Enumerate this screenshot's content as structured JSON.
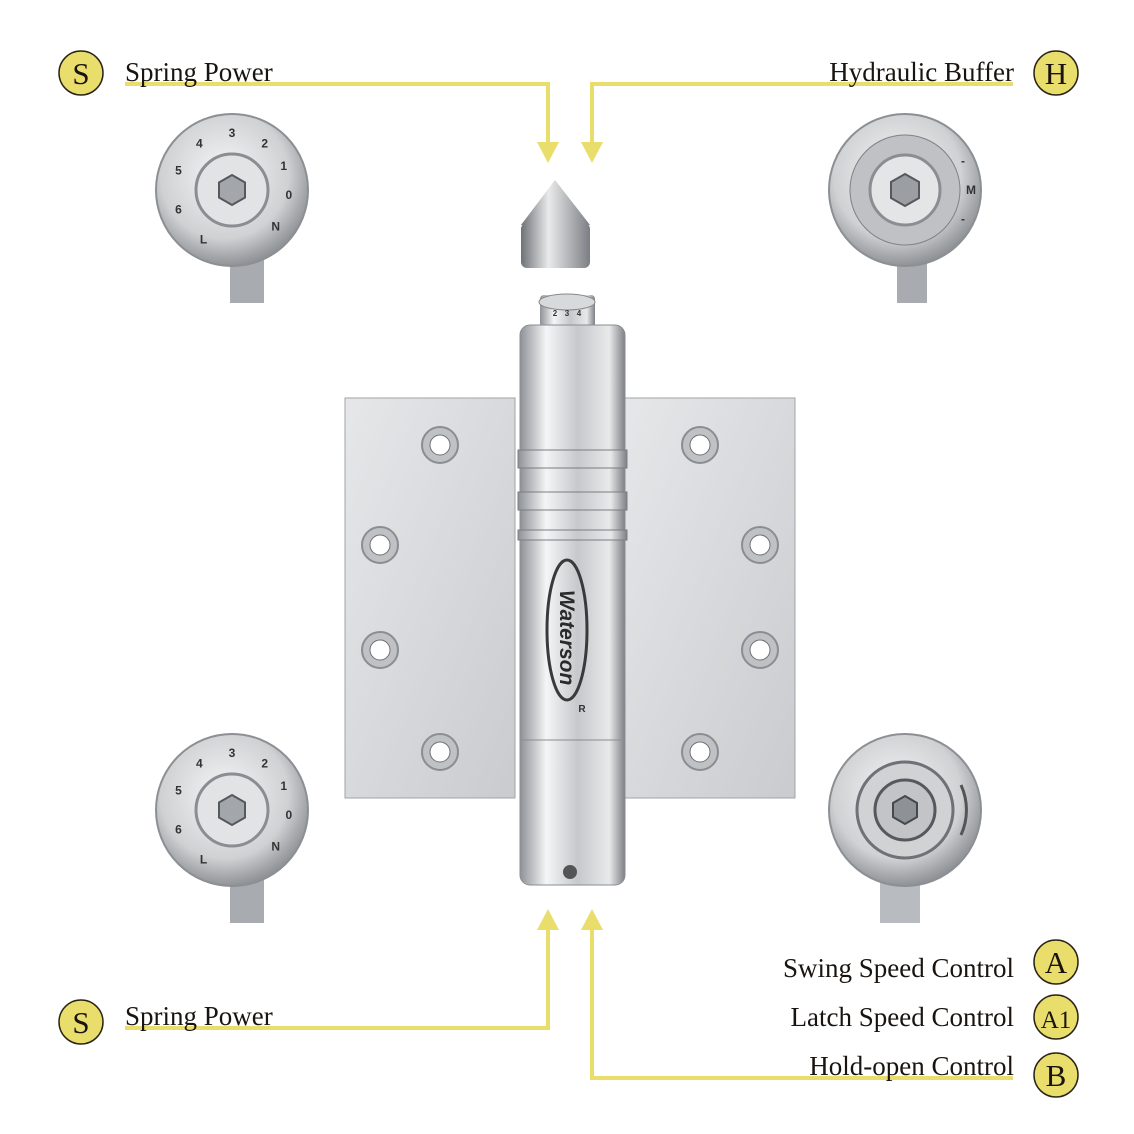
{
  "colors": {
    "accent": "#E9DD6B",
    "badge_border": "#2a2418",
    "steel": "#d4d6d8",
    "text": "#1a1410"
  },
  "callouts": {
    "top_left": {
      "badge": "S",
      "label": "Spring Power"
    },
    "top_right": {
      "badge": "H",
      "label": "Hydraulic Buffer"
    },
    "bottom_left": {
      "badge": "S",
      "label": "Spring Power"
    },
    "bottom_right": [
      {
        "badge": "A",
        "label": "Swing Speed Control"
      },
      {
        "badge": "A1",
        "label": "Latch Speed Control"
      },
      {
        "badge": "B",
        "label": "Hold-open Control"
      }
    ]
  },
  "spring_dial": {
    "marks": [
      "0",
      "1",
      "2",
      "3",
      "4",
      "5",
      "6",
      "L",
      "N"
    ]
  },
  "hydraulic_dial": {
    "marks": [
      "-",
      "M",
      "-"
    ]
  },
  "product": {
    "brand": "Waterson",
    "registered": "R",
    "pin_marks": [
      "2",
      "3",
      "4"
    ]
  }
}
